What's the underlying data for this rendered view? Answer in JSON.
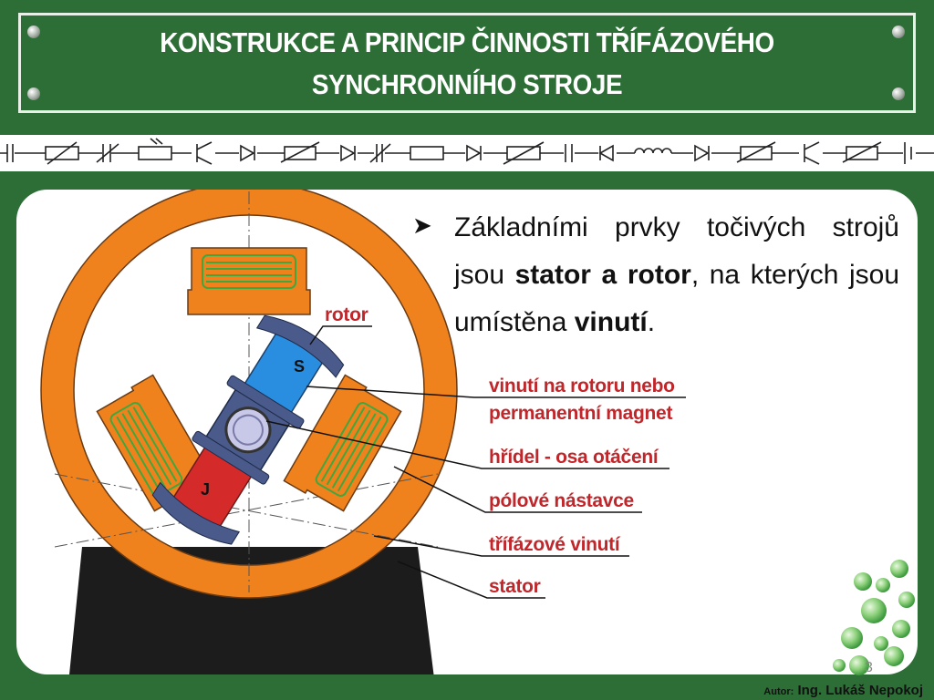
{
  "header": {
    "title_line1": "KONSTRUKCE A PRINCIP ČINNOSTI TŘÍFÁZOVÉHO",
    "title_line2": "SYNCHRONNÍHO STROJE"
  },
  "content": {
    "bullet_part1": "Základními prvky točivých strojů jsou ",
    "bullet_bold1": "stator a rotor",
    "bullet_part2": ", na kterých jsou umístěna ",
    "bullet_bold2": "vinutí",
    "bullet_part3": "."
  },
  "diagram": {
    "label_rotor": "rotor",
    "label_winding_rotor_1": "vinutí na rotoru nebo",
    "label_winding_rotor_2": "permanentní magnet",
    "label_shaft": "hřídel - osa otáčení",
    "label_pole_pieces": "pólové nástavce",
    "label_three_phase": "třífázové vinutí",
    "label_stator": "stator",
    "pole_s": "S",
    "pole_j": "J"
  },
  "footer": {
    "author_prefix": "Autor:",
    "author_name": "Ing. Lukáš Nepokoj",
    "page_number": "3"
  },
  "colors": {
    "background": "#2d6e37",
    "stator": "#f0821e",
    "label_red": "#c0262a",
    "pole_blue": "#2a8ee0",
    "pole_red": "#d42a2a",
    "rotor_body": "#4a5a8a",
    "coil_green": "#3ea83e"
  }
}
